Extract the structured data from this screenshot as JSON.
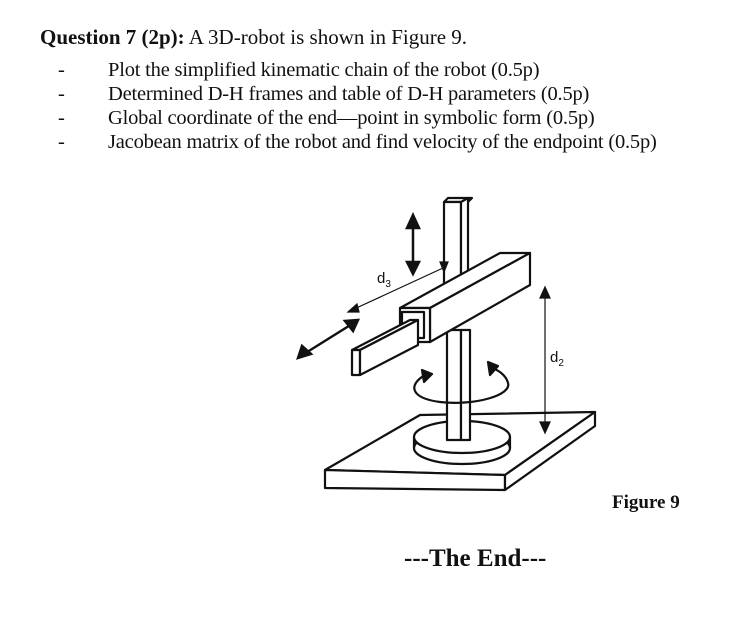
{
  "question": {
    "label": "Question 7 (2p):",
    "text": " A 3D-robot is shown in Figure 9."
  },
  "tasks": [
    {
      "bullet": "-",
      "text": "Plot the simplified kinematic chain of the robot (0.5p)"
    },
    {
      "bullet": "-",
      "text": "Determined D-H frames and table of D-H parameters (0.5p)"
    },
    {
      "bullet": "-",
      "text": "Global coordinate of the end—point  in symbolic form (0.5p)"
    },
    {
      "bullet": "-",
      "text": "Jacobean matrix of the robot and find velocity of the endpoint (0.5p)"
    }
  ],
  "figure": {
    "caption": "Figure 9",
    "labels": {
      "d3_main": "d",
      "d3_sub": "3",
      "d2_main": "d",
      "d2_sub": "2"
    },
    "icons": [
      "vertical-double-arrow-icon",
      "horizontal-double-arrow-icon",
      "rotation-arrow-icon"
    ]
  },
  "footer": {
    "end_text": "---The End---"
  }
}
